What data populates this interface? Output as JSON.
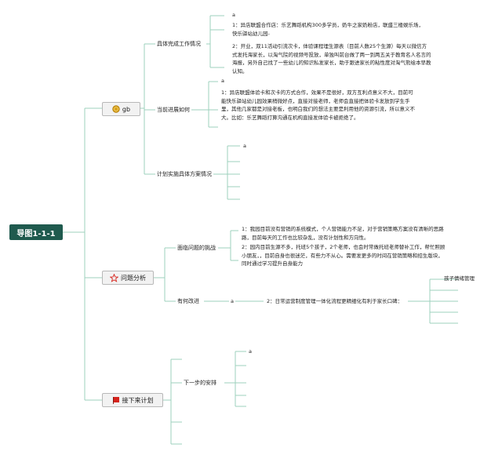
{
  "root": {
    "title": "导图1-1-1"
  },
  "branches": {
    "gb": {
      "label": "gb",
      "sub1": {
        "label": "具体完成工作情况",
        "item_a": "a",
        "item_1": "1：异店联盟合作店：乐艺舞蹈机构300多学员，奶牛之家奶粉店，联盛三楼娱乐场，快乐驿站幼儿园-",
        "item_2": "2：开业，双11活动引流次卡，体验课程埋生源表（目前人数25个生源）每天以微信方式发托海家长，以淘气院的视频号投放，单独叫前台做了两一到两五关于教育名人名言的海报，另外自己找了一些幼儿的知识私发家长，助于跟进家长的粘性度对淘气熊绘本早教认知。"
      },
      "sub2": {
        "label": "当前进展如何",
        "item_a": "a",
        "item_1": "1：异店联盟体验卡和次卡的方式合作，效果不是很好，双方互利点意义不大，目前可能快乐驿站幼儿园效果稍微好点，直接对接老师，老师会直接把体验卡发放到学生手里，其他几家都是对接老板，也明白我们的想法主要是利用他的资源引流，所以意义不大。比如：乐艺舞蹈打算沟通在机构直接发体验卡被拒绝了。"
      },
      "sub3": {
        "label": "计划实施具体方案情况",
        "item_a": "a"
      }
    },
    "problem": {
      "label": "问题分析",
      "sub1": {
        "label": "面临问题的挑战",
        "item_1": "1：我园目前没有营销的系统模式，个人营销能力不足，对于营销策略方案没有清晰的思路路，目前每天的工作也比较杂乱，没有计划性和方向性。",
        "item_2": "2：园内目前生源不多，托班5个孩子，2个老师，也会时常做托班老师替补工作，帮忙照顾小朋友，，目前自身也很迷茫，有些力不从心。需要发更多的时间在营销策略和招生版块，同时通过学习提升自身能力"
      },
      "sub2": {
        "label": "有何改进",
        "item_a": "a",
        "item_2": "2：日常运营制度管理一体化流程更精细化有利于家长口碑：",
        "leaf": "孩子情绪管理"
      }
    },
    "next": {
      "label": "接下来计划",
      "sub1": {
        "label": "下一步的安排",
        "item_a": "a"
      }
    }
  },
  "colors": {
    "line": "#9dd0bc",
    "root_bg": "#1f5a4e",
    "node_bg": "#f2f2f2",
    "node_border": "#b8b8b8",
    "flag": "#d6241d",
    "star": "#d6241d",
    "gold": "#d8a21b"
  },
  "icons": {
    "gb": "gold-coin-icon",
    "problem": "star-outline-icon",
    "next": "red-flag-icon"
  }
}
